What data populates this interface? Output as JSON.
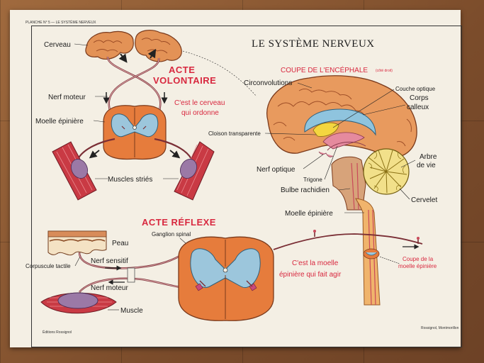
{
  "header": {
    "small_title": "PLANCHE N° 5 — LE SYSTÈME NERVEUX",
    "title": "LE SYSTÈME NERVEUX"
  },
  "volontaire": {
    "title_line1": "ACTE",
    "title_line2": "VOLONTAIRE",
    "caption_line1": "C'est le cerveau",
    "caption_line2": "qui ordonne",
    "labels": {
      "cerveau": "Cerveau",
      "nerf_moteur": "Nerf moteur",
      "moelle": "Moelle épinière",
      "muscles": "Muscles striés"
    }
  },
  "encephale": {
    "title": "COUPE DE L'ENCÉPHALE",
    "title_note": "(côté droit)",
    "labels": {
      "circonvolutions": "Circonvolutions",
      "couche_optique": "Couche optique",
      "corps_calleux_1": "Corps",
      "corps_calleux_2": "calleux",
      "cloison": "Cloison transparente",
      "arbre_1": "Arbre",
      "arbre_2": "de vie",
      "nerf_optique": "Nerf optique",
      "trigone": "Trigone",
      "bulbe": "Bulbe rachidien",
      "cervelet": "Cervelet",
      "moelle": "Moelle épinière"
    }
  },
  "reflexe": {
    "title": "ACTE RÉFLEXE",
    "caption_line1": "C'est la moelle",
    "caption_line2": "épinière  qui fait agir",
    "coupe_1": "Coupe de la",
    "coupe_2": "moelle épinière",
    "labels": {
      "ganglion": "Ganglion spinal",
      "peau": "Peau",
      "nerf_sensitif": "Nerf sensitif",
      "corpuscule": "Corpuscule tactile",
      "nerf_moteur": "Nerf moteur",
      "muscle": "Muscle"
    }
  },
  "footer": {
    "left": "Éditions Rossignol",
    "right": "Rossignol, Montmorillon"
  }
}
